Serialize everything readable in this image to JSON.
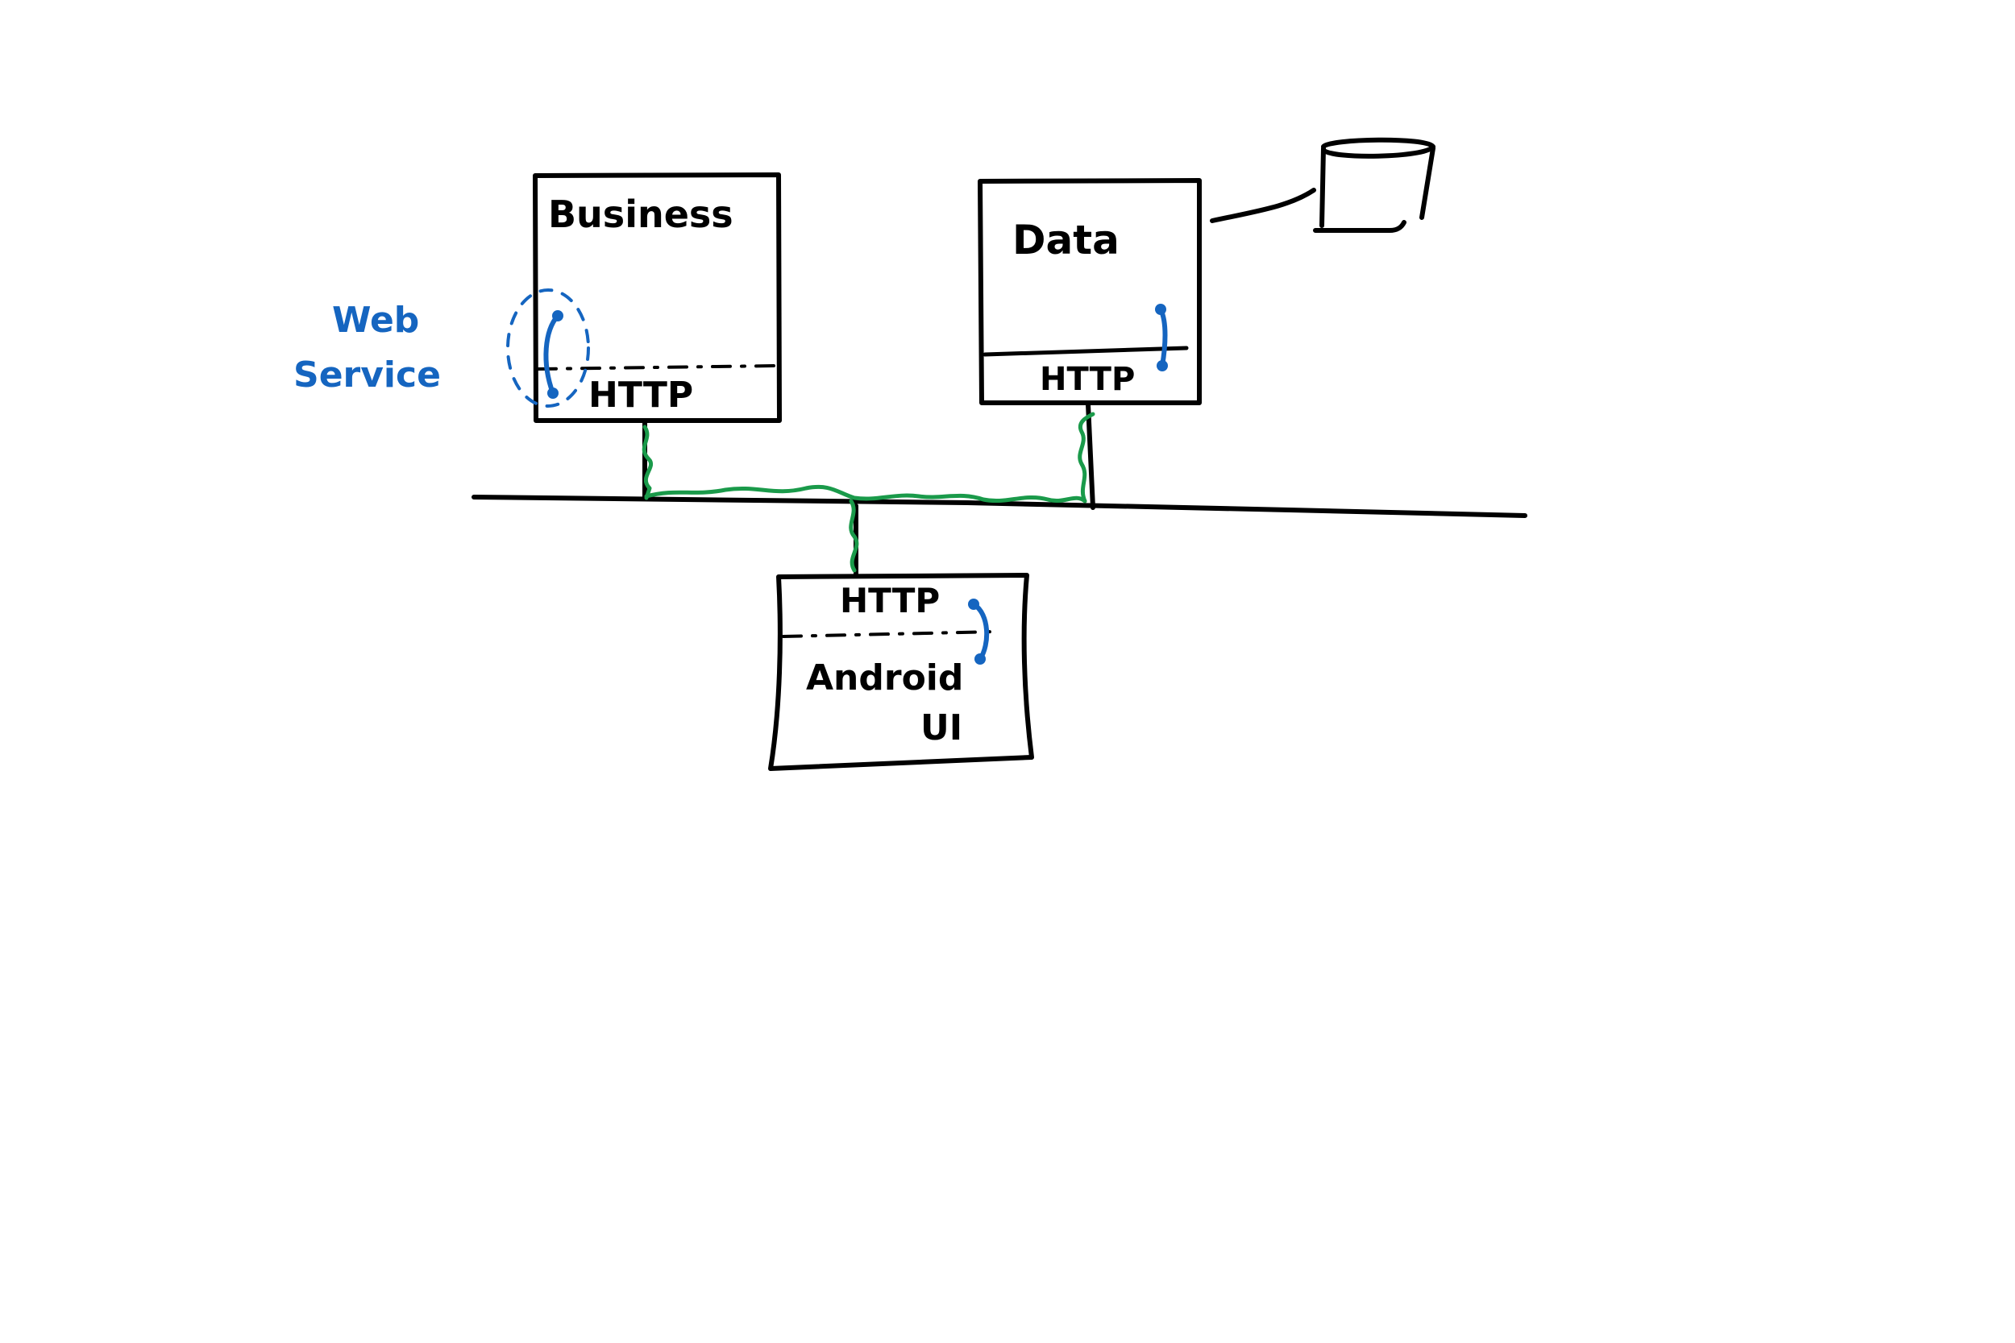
{
  "diagram": {
    "nodes": {
      "business": {
        "label": "Business",
        "protocol": "HTTP"
      },
      "data": {
        "label": "Data",
        "protocol": "HTTP"
      },
      "android": {
        "label_line1": "Android",
        "label_line2": "UI",
        "protocol": "HTTP"
      }
    },
    "annotation": {
      "line1": "Web",
      "line2": "Service"
    }
  },
  "colors": {
    "ink": "#000000",
    "network_path": "#1a9a4a",
    "annotation": "#1565c0"
  }
}
